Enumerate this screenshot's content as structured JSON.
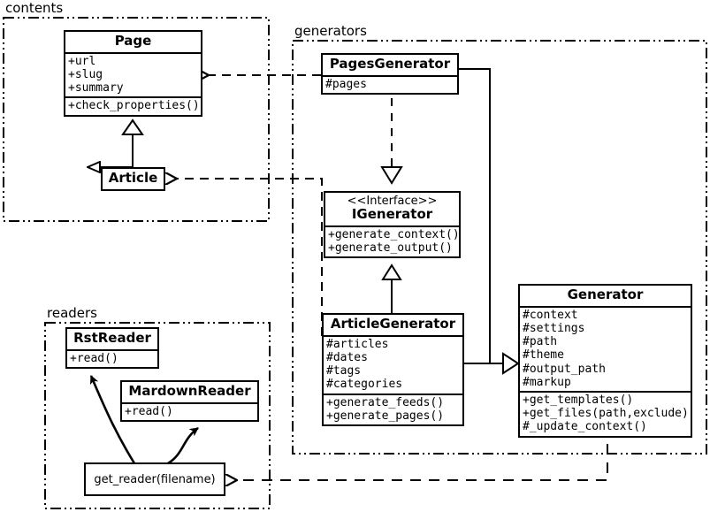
{
  "diagram": {
    "title": "Pelican architecture UML class diagram",
    "stroke_color": "#000000",
    "background": "#ffffff"
  },
  "packages": [
    {
      "id": "contents",
      "label": "contents"
    },
    {
      "id": "generators",
      "label": "generators"
    },
    {
      "id": "readers",
      "label": "readers"
    }
  ],
  "classes": {
    "page": {
      "name": "Page",
      "attributes": [
        "+url",
        "+slug",
        "+summary"
      ],
      "methods": [
        "+check_properties()"
      ]
    },
    "article": {
      "name": "Article",
      "attributes": [],
      "methods": []
    },
    "pages_generator": {
      "name": "PagesGenerator",
      "attributes": [
        "#pages"
      ],
      "methods": []
    },
    "igenerator": {
      "stereotype": "<<Interface>>",
      "name": "IGenerator",
      "attributes": [],
      "methods": [
        "+generate_context()",
        "+generate_output()"
      ]
    },
    "article_generator": {
      "name": "ArticleGenerator",
      "attributes": [
        "#articles",
        "#dates",
        "#tags",
        "#categories"
      ],
      "methods": [
        "+generate_feeds()",
        "+generate_pages()"
      ]
    },
    "generator": {
      "name": "Generator",
      "attributes": [
        "#context",
        "#settings",
        "#path",
        "#theme",
        "#output_path",
        "#markup"
      ],
      "methods": [
        "+get_templates()",
        "+get_files(path,exclude)",
        "#_update_context()"
      ]
    },
    "rst_reader": {
      "name": "RstReader",
      "attributes": [],
      "methods": [
        "+read()"
      ]
    },
    "mardown_reader": {
      "name": "MardownReader",
      "attributes": [],
      "methods": [
        "+read()"
      ]
    },
    "get_reader": {
      "name": "get_reader(filename)"
    }
  },
  "relations": [
    {
      "id": "article-generalizes-page",
      "type": "generalization",
      "from": "Article",
      "to": "Page"
    },
    {
      "id": "pagesgenerator-depends-page",
      "type": "dependency",
      "from": "PagesGenerator",
      "to": "Page"
    },
    {
      "id": "articlegenerator-depends-article",
      "type": "dependency",
      "from": "ArticleGenerator",
      "to": "Article"
    },
    {
      "id": "pagesgenerator-realizes-igenerator",
      "type": "realization",
      "from": "PagesGenerator",
      "to": "IGenerator"
    },
    {
      "id": "articlegenerator-generalizes-igenerator",
      "type": "generalization",
      "from": "ArticleGenerator",
      "to": "IGenerator"
    },
    {
      "id": "pagesgenerator-generalizes-generator",
      "type": "generalization",
      "from": "PagesGenerator",
      "to": "Generator"
    },
    {
      "id": "articlegenerator-generalizes-generator",
      "type": "generalization",
      "from": "ArticleGenerator",
      "to": "Generator"
    },
    {
      "id": "generator-depends-getreader",
      "type": "dependency",
      "from": "Generator",
      "to": "get_reader(filename)"
    },
    {
      "id": "getreader-returns-rstreader",
      "type": "flow",
      "from": "get_reader(filename)",
      "to": "RstReader"
    },
    {
      "id": "getreader-returns-mardownreader",
      "type": "flow",
      "from": "get_reader(filename)",
      "to": "MardownReader"
    }
  ]
}
